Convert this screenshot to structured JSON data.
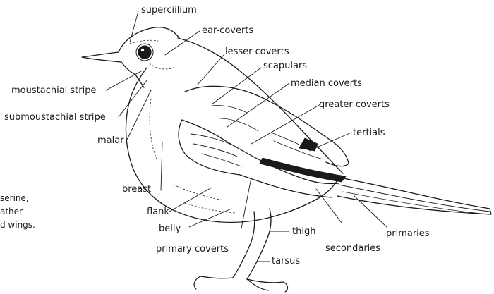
{
  "labels": {
    "supercilium": "superciilium",
    "ear_coverts": "ear-coverts",
    "lesser_coverts": "lesser coverts",
    "scapulars": "scapulars",
    "median_coverts": "median coverts",
    "greater_coverts": "greater coverts",
    "tertials": "tertials",
    "moustachial_stripe": "moustachial stripe",
    "submoustachial_stripe": "submoustachial stripe",
    "malar": "malar",
    "breast": "breast",
    "flank": "flank",
    "belly": "belly",
    "primary_coverts": "primary coverts",
    "thigh": "thigh",
    "secondaries": "secondaries",
    "primaries": "primaries",
    "tarsus": "tarsus"
  },
  "caption": {
    "line1": "serine,",
    "line2": "ather",
    "line3": "d wings."
  },
  "colors": {
    "ink": "#1a1a1a",
    "background": "#ffffff"
  }
}
